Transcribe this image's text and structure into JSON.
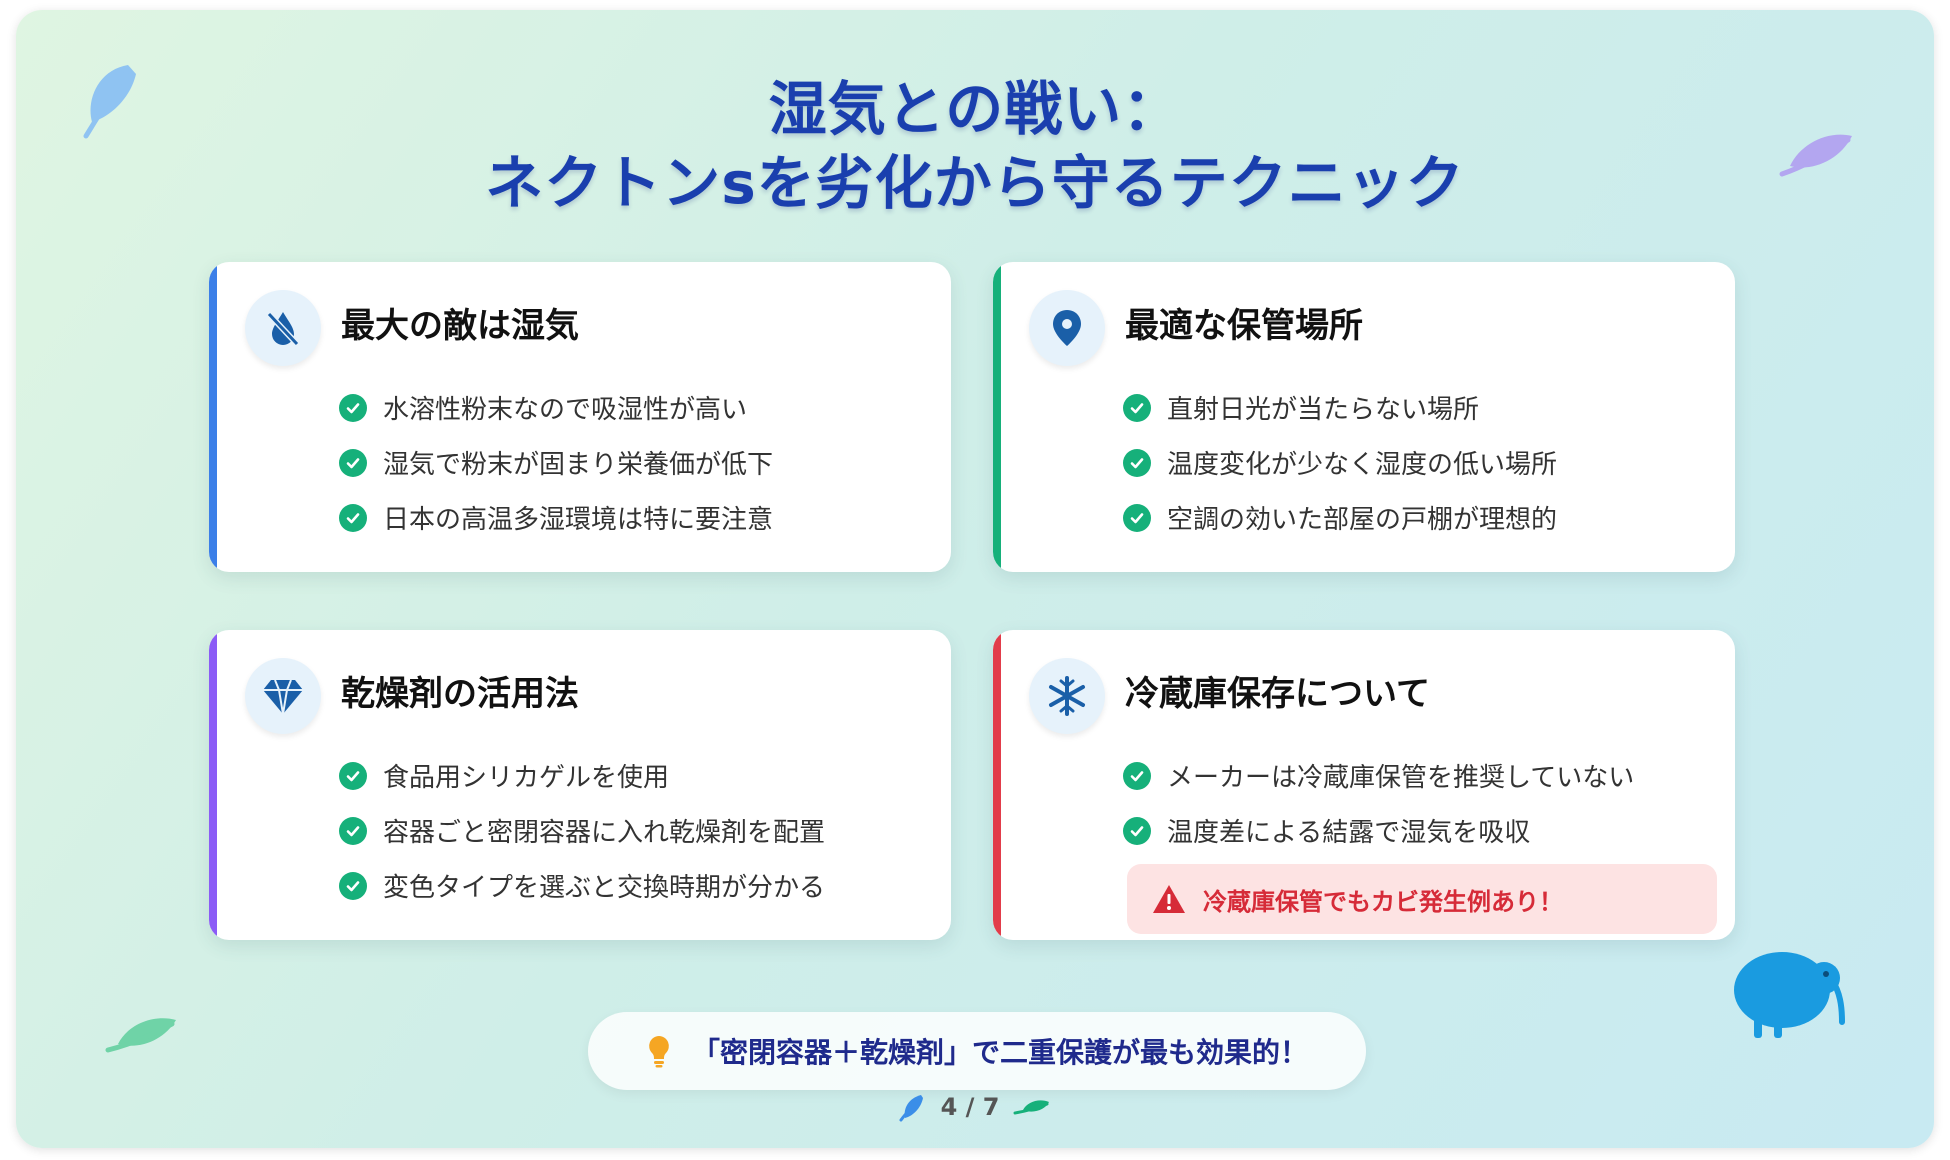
{
  "title": {
    "line1": "湿気との戦い：",
    "line2": "ネクトンsを劣化から守るテクニック"
  },
  "cards": [
    {
      "heading": "最大の敵は湿気",
      "icon": "no-water-icon",
      "accent": "#3b7fe8",
      "items": [
        "水溶性粉末なので吸湿性が高い",
        "湿気で粉末が固まり栄養価が低下",
        "日本の高温多湿環境は特に要注意"
      ]
    },
    {
      "heading": "最適な保管場所",
      "icon": "location-pin-icon",
      "accent": "#16b07a",
      "items": [
        "直射日光が当たらない場所",
        "温度変化が少なく湿度の低い場所",
        "空調の効いた部屋の戸棚が理想的"
      ]
    },
    {
      "heading": "乾燥剤の活用法",
      "icon": "gem-icon",
      "accent": "#8b5cf6",
      "items": [
        "食品用シリカゲルを使用",
        "容器ごと密閉容器に入れ乾燥剤を配置",
        "変色タイプを選ぶと交換時期が分かる"
      ]
    },
    {
      "heading": "冷蔵庫保存について",
      "icon": "snowflake-icon",
      "accent": "#e23c4a",
      "items": [
        "メーカーは冷蔵庫保管を推奨していない",
        "温度差による結露で湿気を吸収"
      ],
      "warning": "冷蔵庫保管でもカビ発生例あり！"
    }
  ],
  "tip": {
    "text": "「密閉容器＋乾燥剤」で二重保護が最も効果的！",
    "icon": "lightbulb-icon"
  },
  "pager": {
    "text": "4 / 7"
  },
  "colors": {
    "title": "#1a3fae",
    "check": "#16b07a",
    "icon_blue": "#1a5fa8",
    "warning_bg": "#fde3e3",
    "warning_text": "#d62b38",
    "kiwi": "#1a9be0"
  }
}
